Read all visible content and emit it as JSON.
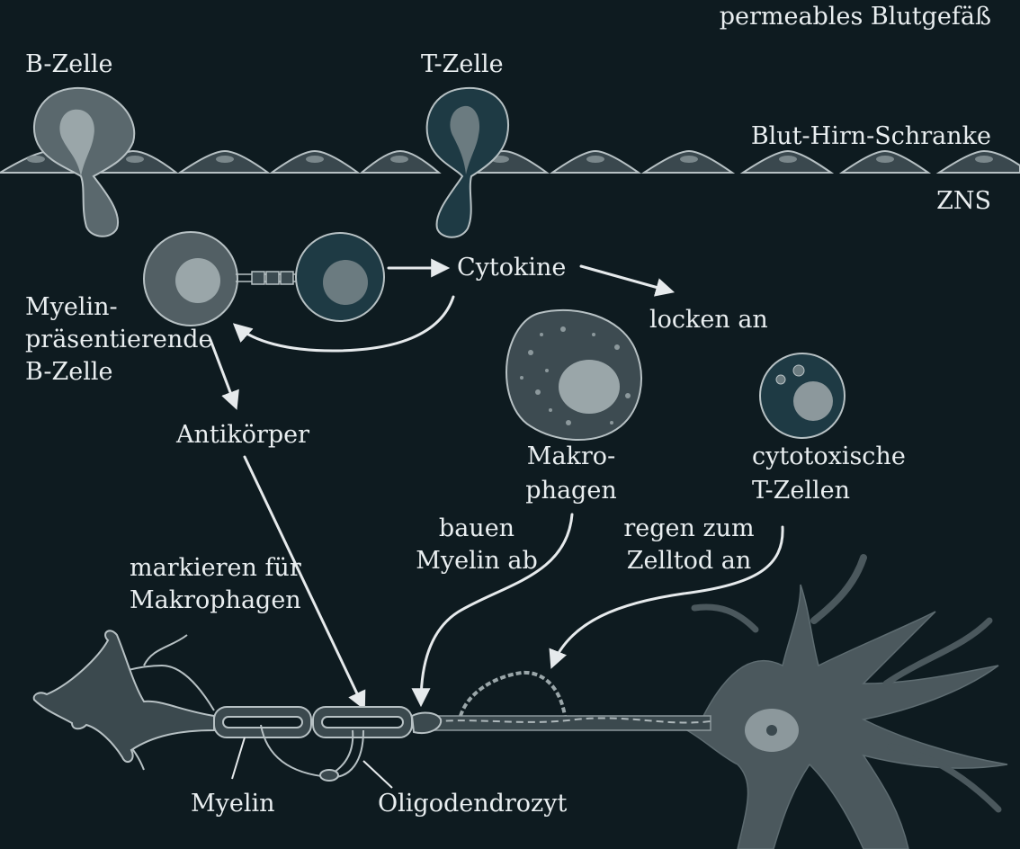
{
  "labels": {
    "vessel": "permeables Blutgefäß",
    "b_cell": "B-Zelle",
    "t_cell": "T-Zelle",
    "bbb": "Blut-Hirn-Schranke",
    "cns": "ZNS",
    "cytokine": "Cytokine",
    "attract": "locken an",
    "apc_line1": "Myelin-",
    "apc_line2": "präsentierende",
    "apc_line3": "B-Zelle",
    "antibody": "Antikörper",
    "macro_line1": "Makro-",
    "macro_line2": "phagen",
    "ctl_line1": "cytotoxische",
    "ctl_line2": "T-Zellen",
    "degrade_line1": "bauen",
    "degrade_line2": "Myelin ab",
    "death_line1": "regen zum",
    "death_line2": "Zelltod an",
    "mark_line1": "markieren für",
    "mark_line2": "Makrophagen",
    "myelin": "Myelin",
    "oligo": "Oligodendrozyt"
  },
  "colors": {
    "background": "#0e1b20",
    "endothelium": "#3b4a50",
    "b_cell": "#5d6b70",
    "t_cell": "#1f3a44",
    "neuron": "#4d5a5f",
    "outline": "#aeb8bb",
    "text": "#e9eef0"
  }
}
